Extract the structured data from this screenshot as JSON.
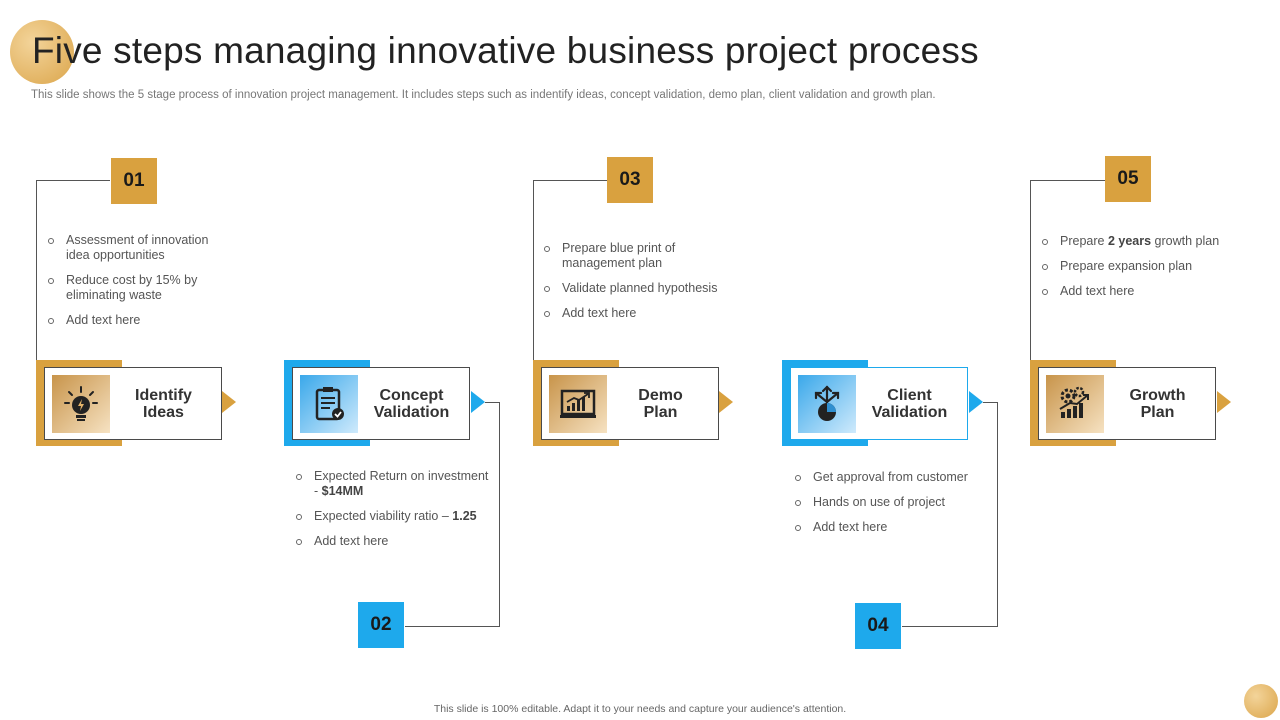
{
  "title": "Five steps managing innovative business project process",
  "subtitle": "This slide shows the 5 stage process of innovation project management. It includes steps such as indentify ideas, concept validation, demo plan, client validation and growth plan.",
  "footer": "This slide is 100% editable. Adapt it to your needs and capture your audience's attention.",
  "colors": {
    "gold": "#d9a13f",
    "blue": "#1ea9ec"
  },
  "steps": [
    {
      "number": "01",
      "line1": "Identify",
      "line2": "Ideas",
      "icon": "idea-gear-icon",
      "color": "gold",
      "bullets": [
        {
          "pre": "Assessment of innovation idea opportunities",
          "bold": "",
          "post": ""
        },
        {
          "pre": "Reduce cost by 15% by eliminating waste",
          "bold": "",
          "post": ""
        },
        {
          "pre": "Add text here",
          "bold": "",
          "post": ""
        }
      ]
    },
    {
      "number": "02",
      "line1": "Concept",
      "line2": "Validation",
      "icon": "clipboard-check-icon",
      "color": "blue",
      "bullets": [
        {
          "pre": "Expected Return on investment - ",
          "bold": "$14MM",
          "post": ""
        },
        {
          "pre": "Expected viability ratio – ",
          "bold": "1.25",
          "post": ""
        },
        {
          "pre": "Add text here",
          "bold": "",
          "post": ""
        }
      ]
    },
    {
      "number": "03",
      "line1": "Demo",
      "line2": "Plan",
      "icon": "growth-chart-board-icon",
      "color": "gold",
      "bullets": [
        {
          "pre": "Prepare blue print of management plan",
          "bold": "",
          "post": ""
        },
        {
          "pre": "Validate planned hypothesis",
          "bold": "",
          "post": ""
        },
        {
          "pre": "Add text here",
          "bold": "",
          "post": ""
        }
      ]
    },
    {
      "number": "04",
      "line1": "Client",
      "line2": "Validation",
      "icon": "client-pie-icon",
      "color": "blue",
      "bullets": [
        {
          "pre": "Get approval from customer",
          "bold": "",
          "post": ""
        },
        {
          "pre": "Hands on use of project",
          "bold": "",
          "post": ""
        },
        {
          "pre": "Add text here",
          "bold": "",
          "post": ""
        }
      ]
    },
    {
      "number": "05",
      "line1": "Growth",
      "line2": "Plan",
      "icon": "gear-growth-icon",
      "color": "gold",
      "bullets": [
        {
          "pre": "Prepare ",
          "bold": "2 years",
          "post": " growth plan"
        },
        {
          "pre": "Prepare expansion plan",
          "bold": "",
          "post": ""
        },
        {
          "pre": "Add text here",
          "bold": "",
          "post": ""
        }
      ]
    }
  ]
}
